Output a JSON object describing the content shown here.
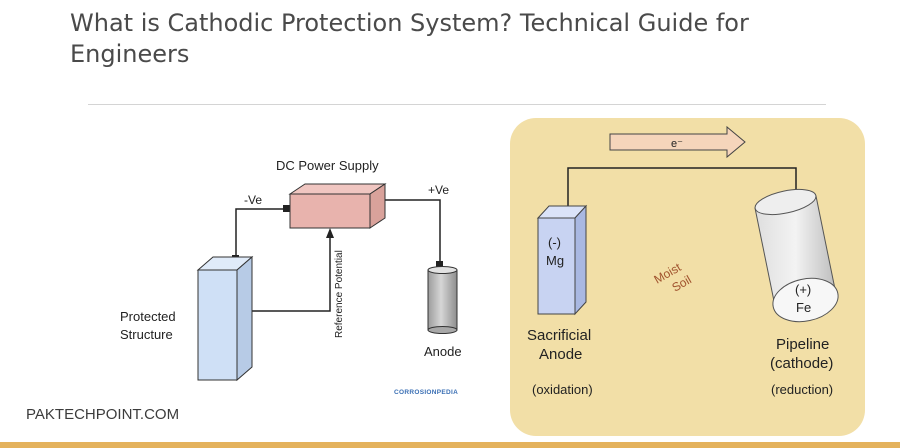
{
  "page": {
    "title": "What is Cathodic Protection System? Technical Guide for Engineers",
    "footer": "PAKTECHPOINT.COM"
  },
  "impressed_current": {
    "power_supply_label": "DC Power Supply",
    "negative_label": "-Ve",
    "positive_label": "+Ve",
    "structure_label_line1": "Protected",
    "structure_label_line2": "Structure",
    "reference_label": "Reference Potential",
    "anode_label": "Anode",
    "watermark": "CORROSIONPEDIA"
  },
  "sacrificial": {
    "electron_label": "e⁻",
    "anode_charge": "(-)",
    "anode_metal": "Mg",
    "soil_line1": "Moist",
    "soil_line2": "Soil",
    "pipe_charge": "(+)",
    "pipe_metal": "Fe",
    "anode_label_line1": "Sacrificial",
    "anode_label_line2": "Anode",
    "anode_reaction": "(oxidation)",
    "pipe_label_line1": "Pipeline",
    "pipe_label_line2": "(cathode)",
    "pipe_reaction": "(reduction)"
  },
  "colors": {
    "power_supply": "#e8b3ad",
    "structure": "#cfe0f6",
    "anode_cylinder": "#bdbdbd",
    "soil_panel": "#f2dfa7",
    "mg_block": "#c8d3f2",
    "arrow_fill": "#f5d5bb",
    "soil_text": "#a0522d"
  }
}
